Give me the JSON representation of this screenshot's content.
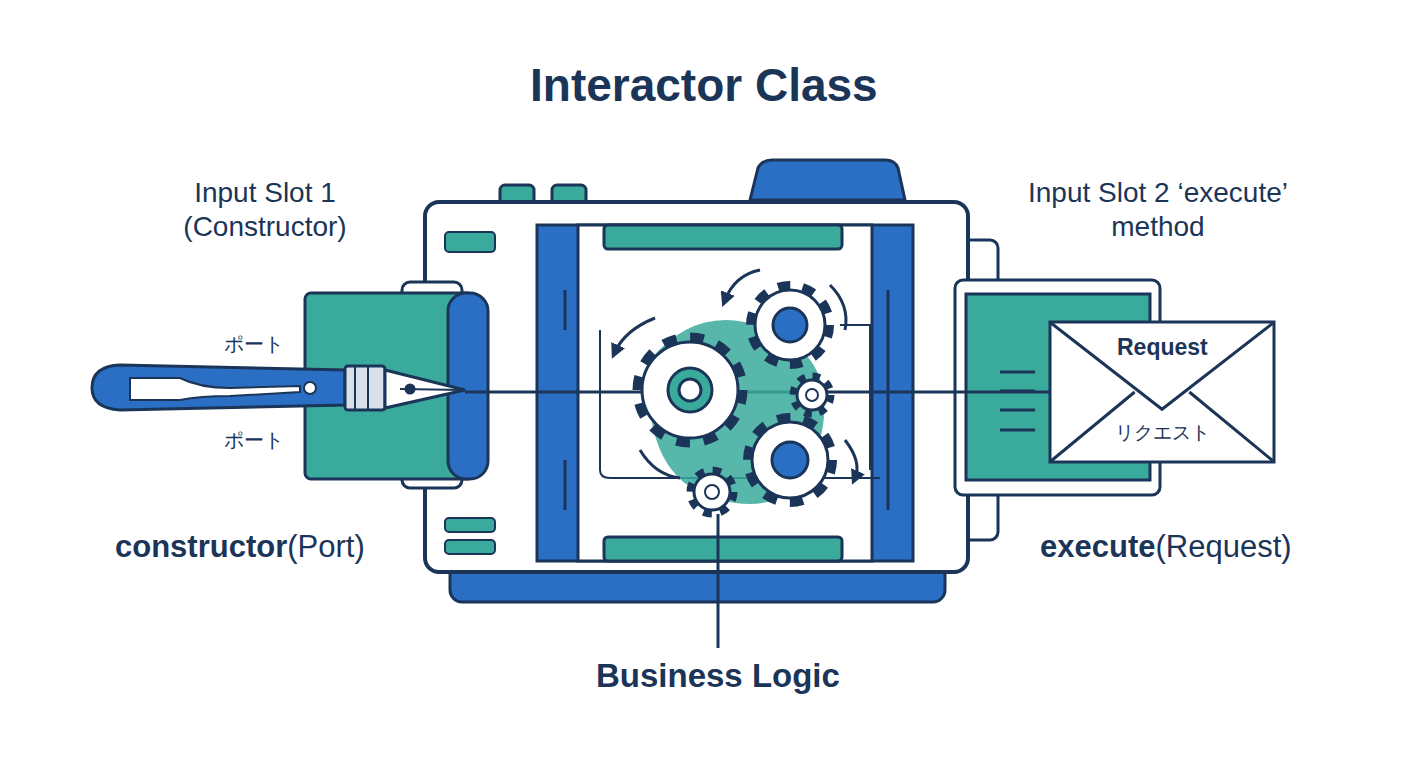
{
  "diagram": {
    "title": "Interactor Class",
    "nodes": [
      {
        "text": [
          "Request",
          "リクエスト"
        ]
      }
    ],
    "labels": [
      "Input Slot 1 (Constructor)",
      "Input Slot 2 ‘execute’ method",
      "ポート",
      "ポート",
      "constructor(Port)",
      "execute(Request)",
      "Business Logic"
    ]
  }
}
